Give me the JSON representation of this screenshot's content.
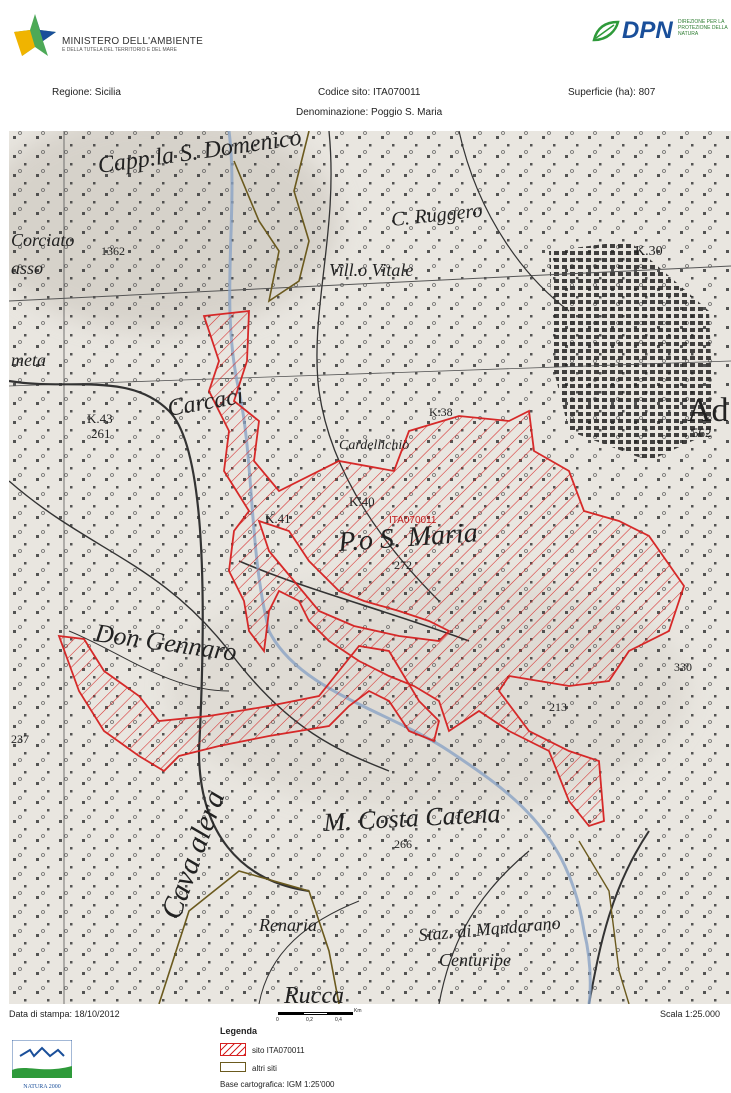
{
  "header": {
    "ministry_title": "MINISTERO DELL'AMBIENTE",
    "ministry_subtitle": "E DELLA TUTELA DEL TERRITORIO E DEL MARE",
    "dpn_logo": "DPN",
    "dpn_subtitle": "DIREZIONE PER LA PROTEZIONE DELLA NATURA"
  },
  "site_info": {
    "regione": "Regione: Sicilia",
    "codice": "Codice sito: ITA070011",
    "superficie": "Superficie (ha): 807",
    "denominazione": "Denominazione: Poggio S. Maria"
  },
  "map": {
    "site_label": "ITA070011",
    "place_labels": {
      "s_domenico": "Capp.la S. Domenico",
      "c_ruggero": "C. Ruggero",
      "corciato": "Corciato",
      "h1362": "1362",
      "asso": "asso",
      "vill_vitale": "Vill.o Vitale",
      "k30": "K.30",
      "adrano": "Ad",
      "h562": "562",
      "meta": "meta",
      "k43": "K.43",
      "h261": "261",
      "carcaci": "Carcaci",
      "k38": "K.38",
      "cardellichio": "Cardellichio",
      "k40": "K.40",
      "k41": "K.41",
      "poggio_s_maria": "P.o S. Maria",
      "h272": "272",
      "don_gennaro": "Don Gennaro",
      "h213": "213",
      "h330": "330",
      "m_costa_catena": "M. Costa Catena",
      "h266": "266",
      "cava_alera": "Cava alera",
      "renaria": "Renaria",
      "staz_mandarano": "Staz. di Mandarano",
      "centuripe": "Centuripe",
      "h237": "237",
      "la_rucca": "Rucca"
    }
  },
  "footer": {
    "print_date": "Data di stampa: 18/10/2012",
    "scale": "Scala 1:25.000",
    "scalebar_unit": "Km",
    "scalebar_ticks": [
      "0",
      "0,2",
      "0,4"
    ],
    "legend_title": "Legenda",
    "legend_site": "sito ITA070011",
    "legend_other": "altri siti",
    "base_map": "Base cartografica: IGM 1:25'000",
    "natura_logo": "NATURA 2000"
  },
  "colors": {
    "site_boundary": "#d62020",
    "other_sites": "#6b5a1e",
    "map_paper": "#e9e6e0",
    "dpn_blue": "#1a4f9a",
    "dpn_green": "#2e9a3a"
  }
}
